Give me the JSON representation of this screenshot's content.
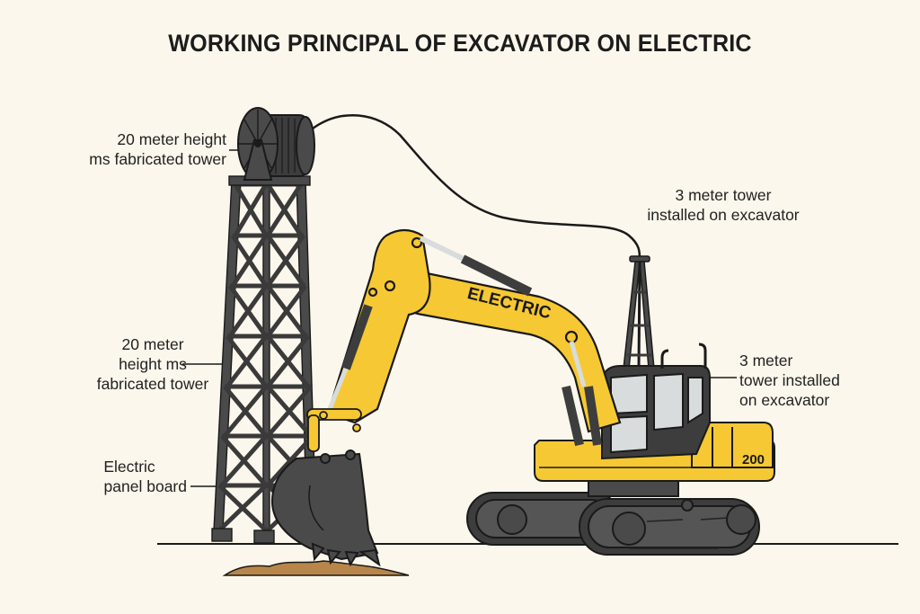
{
  "title": "WORKING PRINCIPAL OF EXCAVATOR ON ELECTRIC",
  "labels": {
    "tower_top": [
      "20 meter height",
      "ms fabricated tower"
    ],
    "tower_mid": [
      "20 meter",
      "height ms",
      "fabricated tower"
    ],
    "panel_board": [
      "Electric",
      "panel board"
    ],
    "excavator_tower_top": [
      "3 meter tower",
      "installed on excavator"
    ],
    "excavator_tower_side": [
      "3 meter",
      "tower installed",
      "on excavator"
    ]
  },
  "excavator": {
    "boom_text": "ELECTRIC",
    "model_number": "200"
  },
  "colors": {
    "background": "#fcf7ec",
    "machine_yellow": "#f6c833",
    "steel_dark": "#4a4a4a",
    "outline": "#1a1a1a",
    "glass": "#d9dcdc",
    "soil": "#b8864a"
  }
}
